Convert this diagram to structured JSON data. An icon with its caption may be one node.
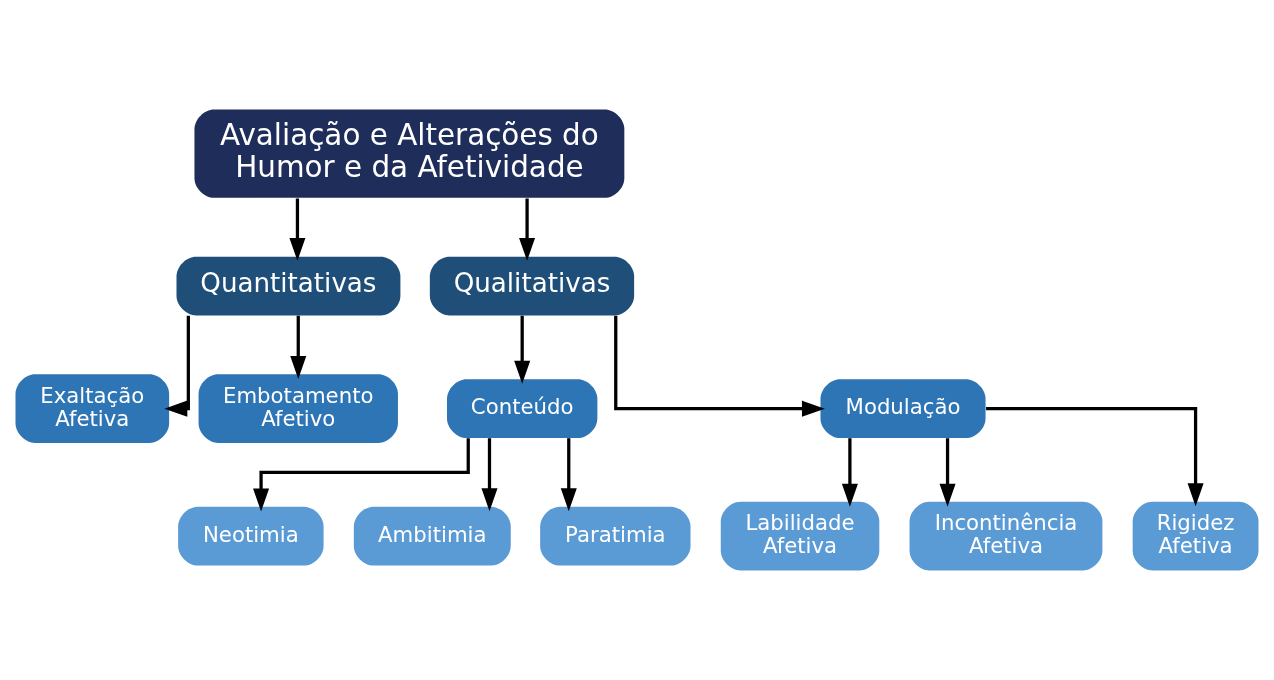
{
  "diagram": {
    "nodes": [
      {
        "text": [
          "Avaliação e Alterações do Humor e da Afetividade"
        ]
      },
      {
        "text": [
          "Quantitativas"
        ]
      },
      {
        "text": [
          "Qualitativas"
        ]
      },
      {
        "text": [
          "Exaltação Afetiva"
        ]
      },
      {
        "text": [
          "Embotamento Afetivo"
        ]
      },
      {
        "text": [
          "Conteúdo"
        ]
      },
      {
        "text": [
          "Modulação"
        ]
      },
      {
        "text": [
          "Neotimia"
        ]
      },
      {
        "text": [
          "Ambitimia"
        ]
      },
      {
        "text": [
          "Paratimia"
        ]
      },
      {
        "text": [
          "Labilidade Afetiva"
        ]
      },
      {
        "text": [
          "Incontinência Afetiva"
        ]
      },
      {
        "text": [
          "Rigidez Afetiva"
        ]
      }
    ],
    "edges": [
      {
        "from": 0,
        "to": 1,
        "arrow": "to"
      },
      {
        "from": 0,
        "to": 2,
        "arrow": "to"
      },
      {
        "from": 1,
        "to": 3,
        "arrow": "to"
      },
      {
        "from": 1,
        "to": 4,
        "arrow": "to"
      },
      {
        "from": 2,
        "to": 5,
        "arrow": "to"
      },
      {
        "from": 2,
        "to": 6,
        "arrow": "to"
      },
      {
        "from": 5,
        "to": 7,
        "arrow": "to"
      },
      {
        "from": 5,
        "to": 8,
        "arrow": "to"
      },
      {
        "from": 5,
        "to": 9,
        "arrow": "to"
      },
      {
        "from": 6,
        "to": 10,
        "arrow": "to"
      },
      {
        "from": 6,
        "to": 11,
        "arrow": "to"
      },
      {
        "from": 6,
        "to": 12,
        "arrow": "to"
      }
    ]
  }
}
